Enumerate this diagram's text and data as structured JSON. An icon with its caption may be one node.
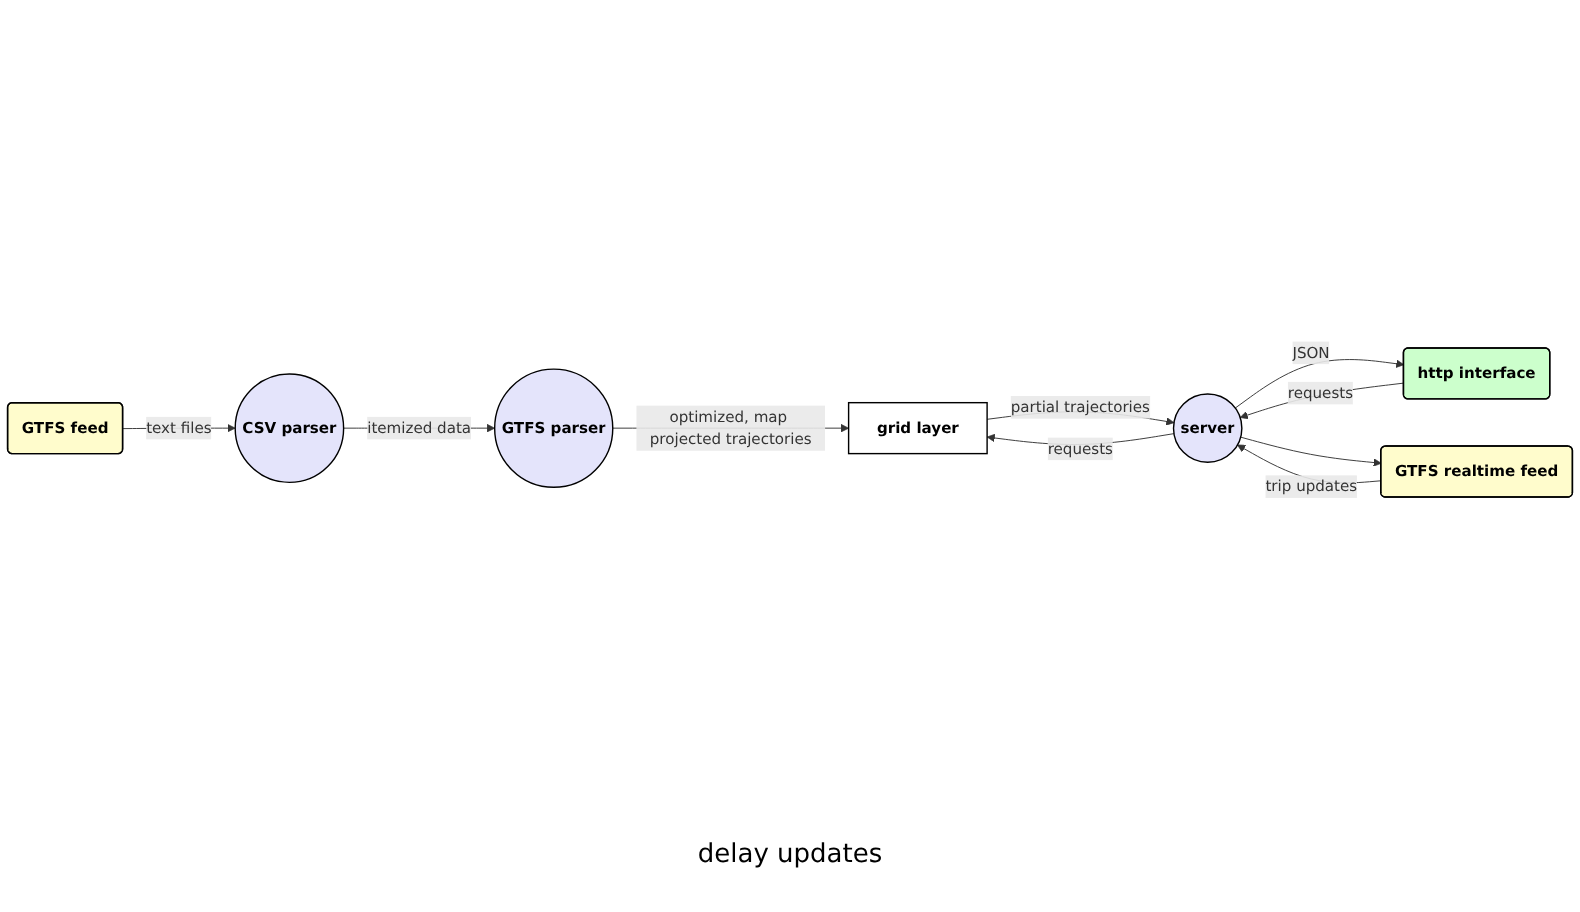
{
  "diagram": {
    "nodes": [
      {
        "text": [
          "GTFS feed"
        ]
      },
      {
        "text": [
          "CSV parser"
        ]
      },
      {
        "text": [
          "GTFS parser"
        ]
      },
      {
        "text": [
          "http interface"
        ]
      },
      {
        "text": [
          "server"
        ]
      },
      {
        "text": [
          "grid layer"
        ]
      },
      {
        "text": [
          "GTFS realtime feed"
        ]
      }
    ],
    "edges": [
      {
        "from": 0,
        "to": 1,
        "arrow": "to",
        "label": "text files"
      },
      {
        "from": 1,
        "to": 2,
        "arrow": "to",
        "label": "itemized data"
      },
      {
        "from": 2,
        "to": 5,
        "arrow": "to",
        "label": "optimized, map projected trajectories"
      },
      {
        "from": 5,
        "to": 4,
        "arrow": "to",
        "label": "partial trajectories"
      },
      {
        "from": 4,
        "to": 3,
        "arrow": "to",
        "label": "JSON"
      },
      {
        "from": 3,
        "to": 4,
        "arrow": "to",
        "label": "requests"
      },
      {
        "from": 4,
        "to": 5,
        "arrow": "to",
        "label": "requests"
      },
      {
        "from": 4,
        "to": 6,
        "arrow": "to"
      },
      {
        "from": 6,
        "to": 4,
        "arrow": "to",
        "label": "trip updates"
      }
    ],
    "labels": [
      "delay updates"
    ]
  }
}
